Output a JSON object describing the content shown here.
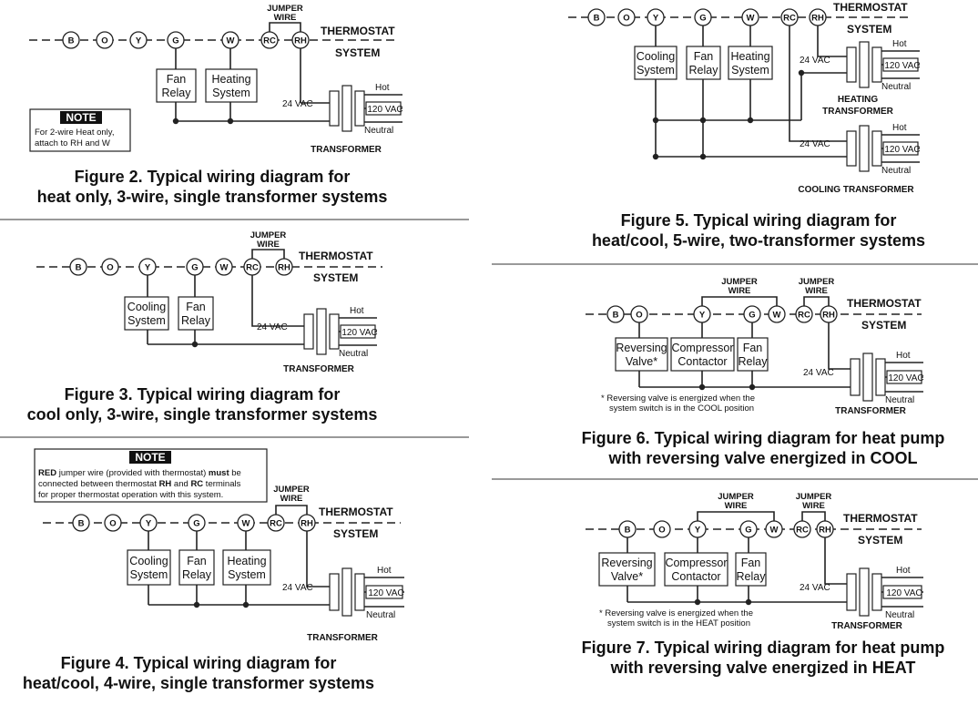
{
  "terminals": {
    "B": "B",
    "O": "O",
    "Y": "Y",
    "G": "G",
    "W": "W",
    "RC": "RC",
    "RH": "RH"
  },
  "labels": {
    "thermostat": "THERMOSTAT",
    "system": "SYSTEM",
    "jumper_wire": [
      "JUMPER",
      "WIRE"
    ],
    "vac24": "24 VAC",
    "vac120": "120 VAC",
    "hot": "Hot",
    "neutral": "Neutral",
    "transformer": "TRANSFORMER",
    "heating_transformer": "HEATING TRANSFORMER",
    "cooling_transformer": "COOLING TRANSFORMER"
  },
  "components": {
    "fan_relay": [
      "Fan",
      "Relay"
    ],
    "heating_system": [
      "Heating",
      "System"
    ],
    "cooling_system": [
      "Cooling",
      "System"
    ],
    "reversing_valve": [
      "Reversing",
      "Valve*"
    ],
    "compressor_contactor": [
      "Compressor",
      "Contactor"
    ]
  },
  "notes": {
    "fig2": {
      "title": "NOTE",
      "lines": [
        "For 2-wire Heat only,",
        "attach to RH and W"
      ]
    },
    "fig4": {
      "title": "NOTE",
      "lines": [
        [
          {
            "t": "RED",
            "b": true
          },
          {
            "t": " jumper wire (provided with thermostat) "
          },
          {
            "t": "must",
            "b": true
          },
          {
            "t": " be"
          }
        ],
        [
          {
            "t": "connected between thermostat "
          },
          {
            "t": "RH",
            "b": true
          },
          {
            "t": " and "
          },
          {
            "t": "RC",
            "b": true
          },
          {
            "t": " terminals"
          }
        ],
        [
          {
            "t": "for proper thermostat operation with this system."
          }
        ]
      ]
    }
  },
  "footnotes": {
    "fig6": [
      "* Reversing valve is energized when the",
      "system switch is in the COOL position"
    ],
    "fig7": [
      "* Reversing valve is energized when the",
      "system switch is in the HEAT position"
    ]
  },
  "figures": [
    {
      "id": "fig2",
      "caption": [
        "Figure 2. Typical wiring diagram for",
        "heat only,  3-wire, single transformer systems"
      ]
    },
    {
      "id": "fig3",
      "caption": [
        "Figure 3. Typical wiring diagram for",
        "cool only, 3-wire, single transformer systems"
      ]
    },
    {
      "id": "fig4",
      "caption": [
        "Figure 4. Typical wiring diagram for",
        "heat/cool, 4-wire, single transformer systems"
      ]
    },
    {
      "id": "fig5",
      "caption": [
        "Figure 5. Typical wiring diagram for",
        "heat/cool, 5-wire, two-transformer systems"
      ]
    },
    {
      "id": "fig6",
      "caption": [
        "Figure 6. Typical wiring diagram for heat pump",
        "with reversing valve energized in COOL"
      ]
    },
    {
      "id": "fig7",
      "caption": [
        "Figure 7. Typical wiring diagram for heat pump",
        "with reversing valve energized in HEAT"
      ]
    }
  ]
}
